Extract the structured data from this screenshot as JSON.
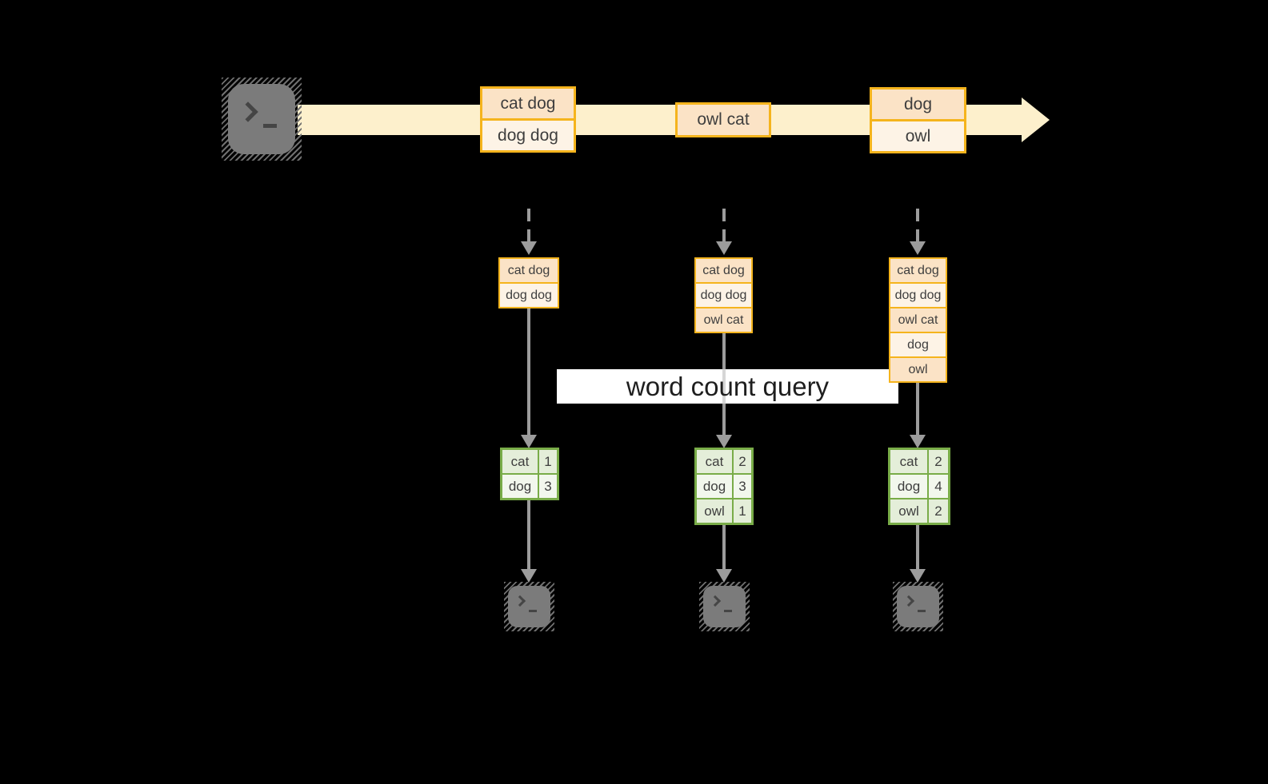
{
  "banner": {
    "label": "word count query"
  },
  "timeline": {
    "events": [
      {
        "lines": [
          "cat dog",
          "dog dog"
        ]
      },
      {
        "lines": [
          "owl cat"
        ]
      },
      {
        "lines": [
          "dog",
          "owl"
        ]
      }
    ]
  },
  "columns": [
    {
      "buffer": [
        "cat dog",
        "dog dog"
      ],
      "counts": [
        [
          "cat",
          "1"
        ],
        [
          "dog",
          "3"
        ]
      ]
    },
    {
      "buffer": [
        "cat dog",
        "dog dog",
        "owl cat"
      ],
      "counts": [
        [
          "cat",
          "2"
        ],
        [
          "dog",
          "3"
        ],
        [
          "owl",
          "1"
        ]
      ]
    },
    {
      "buffer": [
        "cat dog",
        "dog dog",
        "owl cat",
        "dog",
        "owl"
      ],
      "counts": [
        [
          "cat",
          "2"
        ],
        [
          "dog",
          "4"
        ],
        [
          "owl",
          "2"
        ]
      ]
    }
  ],
  "colors": {
    "background": "#000000",
    "stream_fill": "#fdf0cc",
    "event_border": "#f5b41d",
    "event_fill_dark": "#fbe3c6",
    "event_fill_light": "#fdf3e6",
    "table_border": "#79ac48",
    "table_fill_dark": "#e4eed9",
    "table_fill_light": "#f2f7ed",
    "arrow_gray": "#9c9c9c",
    "terminal_gray": "#7b7b7b",
    "banner_bg": "#ffffff"
  }
}
